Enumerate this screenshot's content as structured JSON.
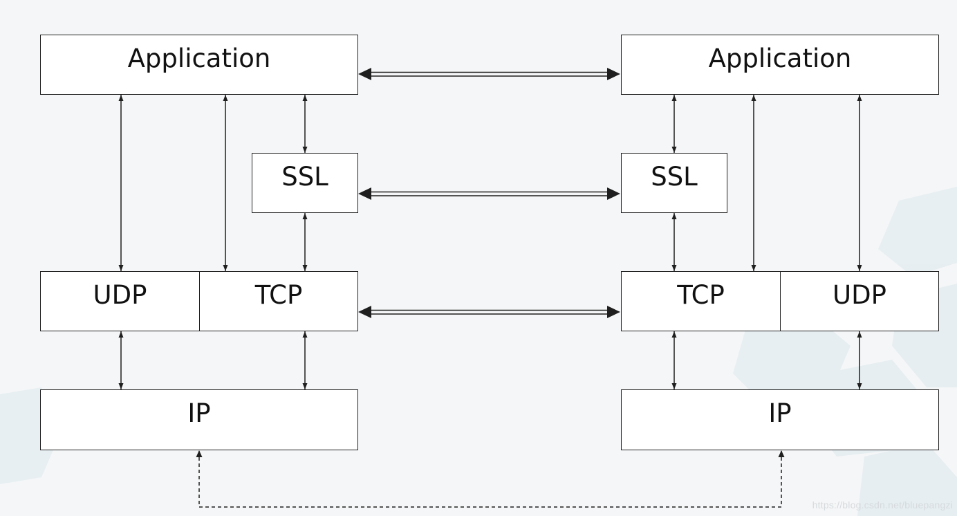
{
  "diagram": {
    "left": {
      "application": "Application",
      "ssl": "SSL",
      "udp": "UDP",
      "tcp": "TCP",
      "ip": "IP"
    },
    "right": {
      "application": "Application",
      "ssl": "SSL",
      "tcp": "TCP",
      "udp": "UDP",
      "ip": "IP"
    }
  },
  "watermark": "https://blog.csdn.net/bluepangzi",
  "colors": {
    "background": "#f5f6f7",
    "box_fill": "#ffffff",
    "line": "#1f1f1f",
    "hexagon_accent": "#dbe8ee"
  }
}
